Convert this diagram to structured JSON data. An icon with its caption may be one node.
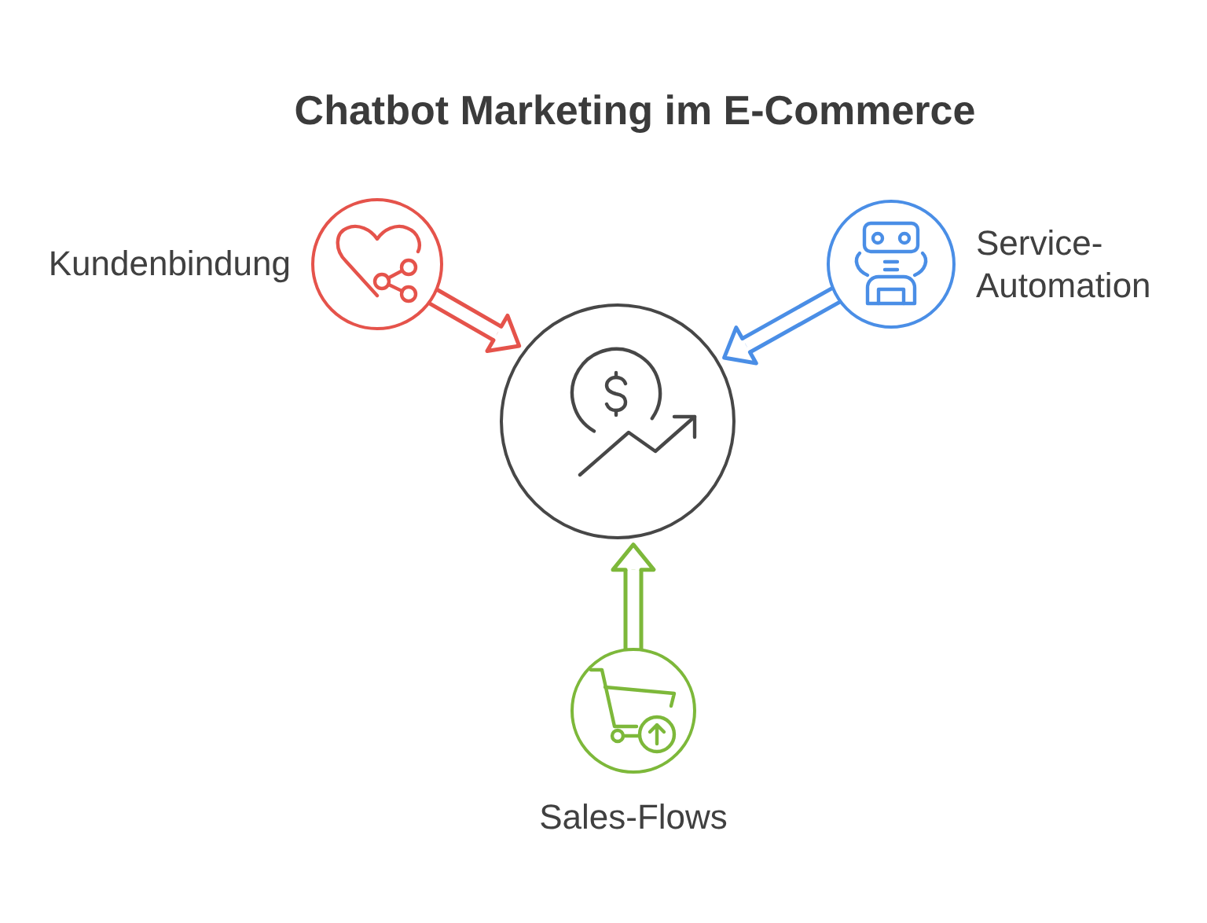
{
  "diagram": {
    "title": "Chatbot Marketing im E-Commerce",
    "nodes": [
      {
        "text": [
          "Kundenbindung"
        ]
      },
      {
        "text": [
          "Service- Automation"
        ]
      },
      {
        "text": [],
        "shape": "circle"
      },
      {
        "text": [
          "Sales-Flows"
        ]
      }
    ],
    "edges": [
      {
        "from": 0,
        "to": 2,
        "arrow": "to",
        "color": "#e5534b"
      },
      {
        "from": 1,
        "to": 2,
        "arrow": "to",
        "color": "#4a8ee6"
      },
      {
        "from": 3,
        "to": 2,
        "arrow": "to",
        "color": "#7db83a"
      }
    ]
  }
}
